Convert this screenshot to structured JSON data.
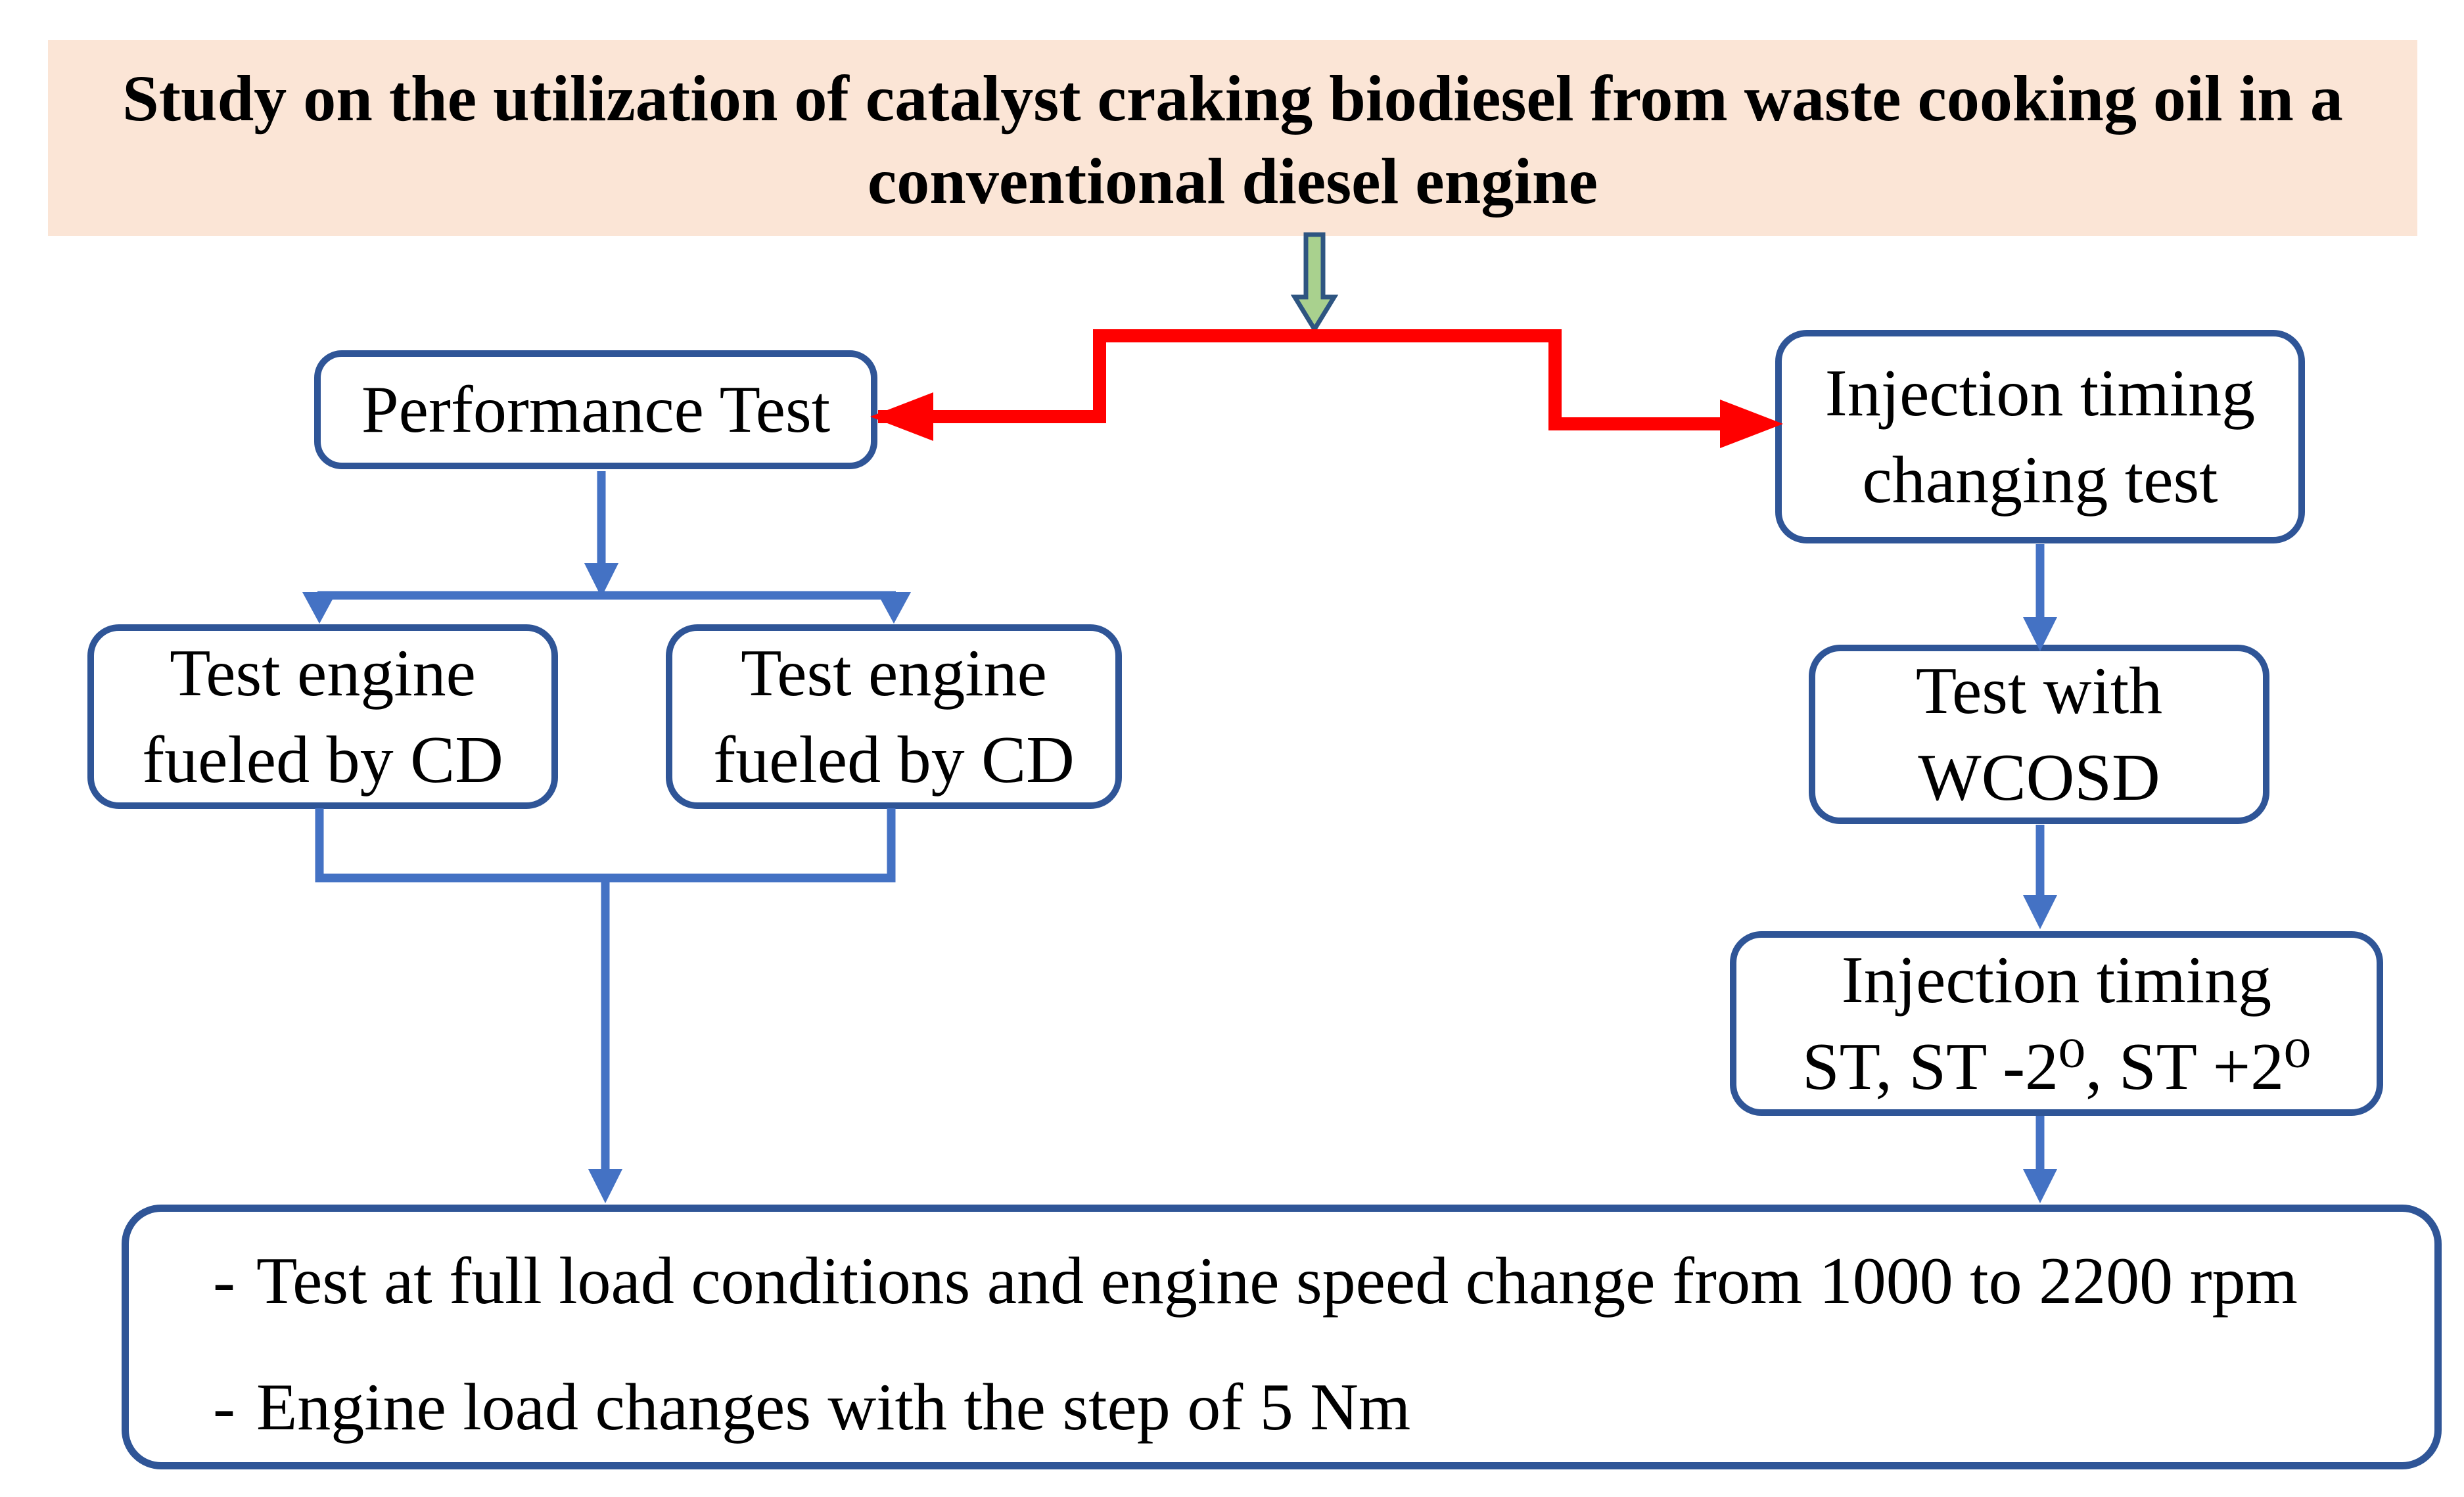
{
  "title": {
    "line1": "Study on the utilization of catalyst craking biodiesel from waste cooking oil in a",
    "line2": "conventional diesel engine"
  },
  "boxes": {
    "performance": {
      "label": "Performance Test"
    },
    "engine_cd_left": {
      "line1": "Test engine",
      "line2": "fueled by CD"
    },
    "engine_cd_right": {
      "line1": "Test engine",
      "line2": "fueled by CD"
    },
    "injection_changing": {
      "line1": "Injection timing",
      "line2": "changing test"
    },
    "test_wcosd": {
      "line1": "Test with",
      "line2": "WCOSD"
    },
    "injection_values": {
      "line1": "Injection timing",
      "line2": "ST, ST -2⁰, ST +2⁰"
    },
    "conditions": {
      "bullet_marker": "-",
      "bullets": [
        "Test at full load conditions and engine speed change from 1000 to 2200 rpm",
        "Engine load changes with the step of 5 Nm"
      ]
    }
  },
  "icons": {
    "flow_start": "down-block-arrow"
  },
  "colors": {
    "title_bg": "#FBE5D6",
    "text": "#000000",
    "box_border": "#2F5597",
    "connector_blue": "#4472C4",
    "connector_red": "#FF0000",
    "green_arrow_fill": "#A9D18E",
    "green_arrow_border": "#2E5581",
    "background": "#FFFFFF"
  }
}
